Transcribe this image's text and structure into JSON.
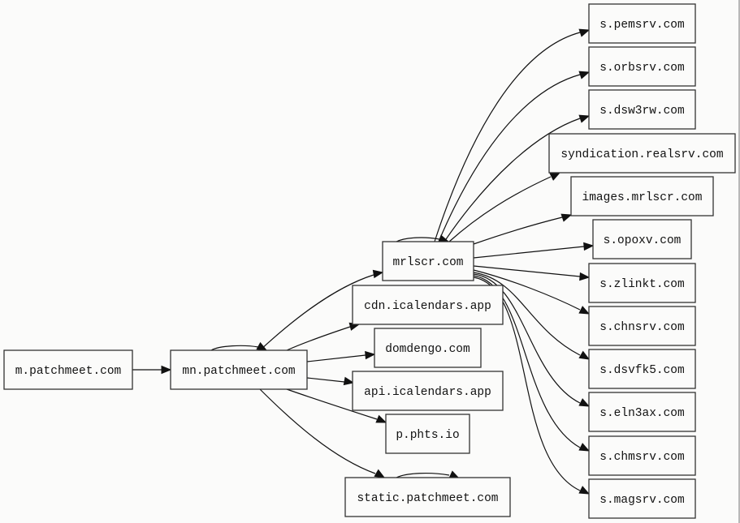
{
  "diagram": {
    "type": "directed-graph",
    "nodes": [
      {
        "id": "m_patchmeet",
        "label": "m.patchmeet.com"
      },
      {
        "id": "mn_patchmeet",
        "label": "mn.patchmeet.com"
      },
      {
        "id": "mrlscr",
        "label": "mrlscr.com"
      },
      {
        "id": "cdn_icalendars",
        "label": "cdn.icalendars.app"
      },
      {
        "id": "domdengo",
        "label": "domdengo.com"
      },
      {
        "id": "api_icalendars",
        "label": "api.icalendars.app"
      },
      {
        "id": "p_phts",
        "label": "p.phts.io"
      },
      {
        "id": "static_patchmeet",
        "label": "static.patchmeet.com"
      },
      {
        "id": "s_pemsrv",
        "label": "s.pemsrv.com"
      },
      {
        "id": "s_orbsrv",
        "label": "s.orbsrv.com"
      },
      {
        "id": "s_dsw3rw",
        "label": "s.dsw3rw.com"
      },
      {
        "id": "syndication_realsrv",
        "label": "syndication.realsrv.com"
      },
      {
        "id": "images_mrlscr",
        "label": "images.mrlscr.com"
      },
      {
        "id": "s_opoxv",
        "label": "s.opoxv.com"
      },
      {
        "id": "s_zlinkt",
        "label": "s.zlinkt.com"
      },
      {
        "id": "s_chnsrv",
        "label": "s.chnsrv.com"
      },
      {
        "id": "s_dsvfk5",
        "label": "s.dsvfk5.com"
      },
      {
        "id": "s_eln3ax",
        "label": "s.eln3ax.com"
      },
      {
        "id": "s_chmsrv",
        "label": "s.chmsrv.com"
      },
      {
        "id": "s_magsrv",
        "label": "s.magsrv.com"
      }
    ],
    "edges": [
      {
        "from": "m_patchmeet",
        "to": "mn_patchmeet"
      },
      {
        "from": "mn_patchmeet",
        "to": "mn_patchmeet"
      },
      {
        "from": "mn_patchmeet",
        "to": "mrlscr"
      },
      {
        "from": "mn_patchmeet",
        "to": "cdn_icalendars"
      },
      {
        "from": "mn_patchmeet",
        "to": "domdengo"
      },
      {
        "from": "mn_patchmeet",
        "to": "api_icalendars"
      },
      {
        "from": "mn_patchmeet",
        "to": "p_phts"
      },
      {
        "from": "mn_patchmeet",
        "to": "static_patchmeet"
      },
      {
        "from": "static_patchmeet",
        "to": "static_patchmeet"
      },
      {
        "from": "mrlscr",
        "to": "mrlscr"
      },
      {
        "from": "mrlscr",
        "to": "s_pemsrv"
      },
      {
        "from": "mrlscr",
        "to": "s_orbsrv"
      },
      {
        "from": "mrlscr",
        "to": "s_dsw3rw"
      },
      {
        "from": "mrlscr",
        "to": "syndication_realsrv"
      },
      {
        "from": "mrlscr",
        "to": "images_mrlscr"
      },
      {
        "from": "mrlscr",
        "to": "s_opoxv"
      },
      {
        "from": "mrlscr",
        "to": "s_zlinkt"
      },
      {
        "from": "mrlscr",
        "to": "s_chnsrv"
      },
      {
        "from": "mrlscr",
        "to": "s_dsvfk5"
      },
      {
        "from": "mrlscr",
        "to": "s_eln3ax"
      },
      {
        "from": "mrlscr",
        "to": "s_chmsrv"
      },
      {
        "from": "mrlscr",
        "to": "s_magsrv"
      }
    ]
  }
}
